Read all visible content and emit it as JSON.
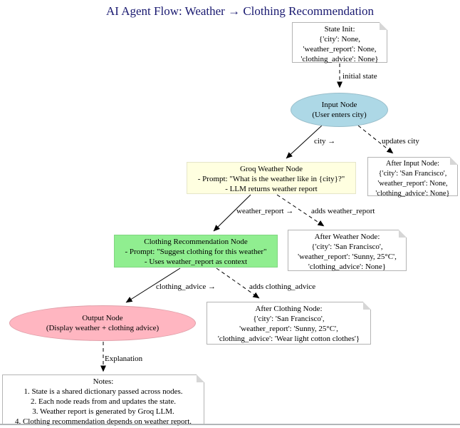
{
  "title": {
    "text": "AI Agent Flow: Weather → Clothing Recommendation"
  },
  "palette": {
    "title_color": "#191970",
    "input_fill": "#add8e6",
    "weather_fill": "#ffffe0",
    "clothing_fill": "#90ee90",
    "output_fill": "#ffb6c1",
    "note_border": "#b4b4b4",
    "edge_color": "#000000"
  },
  "nodes": {
    "state_init": {
      "lines": [
        "State Init:",
        "{'city': None,",
        "'weather_report': None,",
        "'clothing_advice': None}"
      ]
    },
    "input_node": {
      "fill": "#add8e6",
      "lines": [
        "Input Node",
        "(User enters city)"
      ]
    },
    "after_input": {
      "lines": [
        "After Input Node:",
        "{'city': 'San Francisco',",
        "'weather_report': None,",
        "'clothing_advice': None}"
      ]
    },
    "groq_weather": {
      "fill": "#ffffe0",
      "lines": [
        "Groq Weather Node",
        "- Prompt: \"What is the weather like in {city}?\"",
        "- LLM returns weather report"
      ]
    },
    "after_weather": {
      "lines": [
        "After Weather Node:",
        "{'city': 'San Francisco',",
        "'weather_report': 'Sunny, 25°C',",
        "'clothing_advice': None}"
      ]
    },
    "clothing_rec": {
      "fill": "#90ee90",
      "lines": [
        "Clothing Recommendation Node",
        "- Prompt: \"Suggest clothing for this weather\"",
        "- Uses weather_report as context"
      ]
    },
    "after_clothing": {
      "lines": [
        "After Clothing Node:",
        "{'city': 'San Francisco',",
        "'weather_report': 'Sunny, 25°C',",
        "'clothing_advice': 'Wear light cotton clothes'}"
      ]
    },
    "output_node": {
      "fill": "#ffb6c1",
      "lines": [
        "Output Node",
        "(Display weather + clothing advice)"
      ]
    },
    "notes": {
      "lines": [
        "Notes:",
        "1. State is a shared dictionary passed across nodes.",
        "2. Each node reads from and updates the state.",
        "3. Weather report is generated by Groq LLM.",
        "4. Clothing recommendation depends on weather report."
      ]
    }
  },
  "edge_labels": {
    "initial_state": "initial state",
    "city": "city →",
    "updates_city": "updates city",
    "weather_report": "weather_report →",
    "adds_weather_report": "adds weather_report",
    "clothing_advice": "clothing_advice →",
    "adds_clothing_advice": "adds clothing_advice",
    "explanation": "Explanation"
  }
}
